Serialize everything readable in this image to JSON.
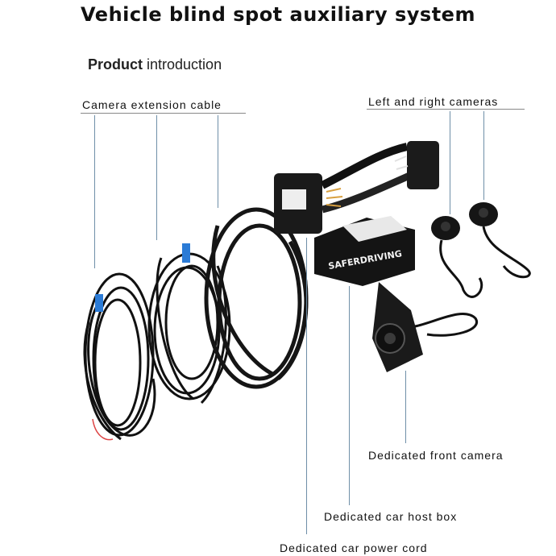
{
  "header": {
    "title": "Vehicle blind spot auxiliary system",
    "intro_bold": "Product",
    "intro_rest": " introduction"
  },
  "labels": {
    "camera_extension_cable": "Camera extension cable",
    "left_right_cameras": "Left and right cameras",
    "front_camera": "Dedicated front camera",
    "host_box": "Dedicated car host box",
    "power_cord": "Dedicated car power cord"
  },
  "product": {
    "box_brand": "SAFERDRIVING"
  }
}
